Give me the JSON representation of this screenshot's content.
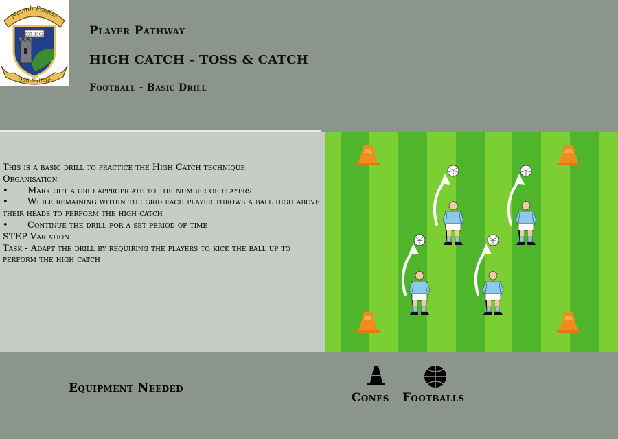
{
  "crest": {
    "top_text": "Naomh Peadar",
    "est_text": "EST. 1902",
    "bottom_text": "Dún Búinne"
  },
  "header": {
    "pathway": "Player Pathway",
    "title": "HIGH CATCH - TOSS & CATCH",
    "subtitle": "Football - Basic Drill"
  },
  "description": {
    "intro": "This is a basic drill to practice the High Catch technique",
    "organisation_heading": "Organisation",
    "bullet_char": "•",
    "bullets": [
      "Mark out a grid appropriate to the number of players",
      "While remaining within the grid each player throws a ball high above their heads to perform the high catch",
      "Continue the drill for a set period of time"
    ],
    "variation_heading": "STEP Variation",
    "task": "Task - Adapt the drill by requiring the players to kick the ball up to perform the high catch"
  },
  "equipment": {
    "label": "Equipment Needed",
    "items": [
      {
        "name": "Cones",
        "icon": "cone-icon"
      },
      {
        "name": "Footballs",
        "icon": "football-icon"
      }
    ]
  },
  "colors": {
    "background": "#8c958c",
    "panel": "#c5cbc5",
    "pitch_light": "#7ccf33",
    "pitch_dark": "#4fb52a",
    "cone": "#f08c1e",
    "jersey": "#8ec8ea",
    "crest_gold": "#e9c158",
    "crest_blue": "#233f8c"
  }
}
